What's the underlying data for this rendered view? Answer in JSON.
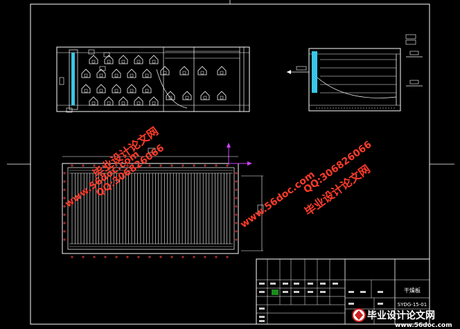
{
  "watermarks": {
    "brand": "毕业设计论文网",
    "url": "www.56doc.com",
    "qq": "QQ:306826066"
  },
  "title_block": {
    "drawing_name": "干燥板",
    "drawing_code": "SYDG-15-01",
    "footer_brand": "毕业设计论文网",
    "footer_url": "www.56doc.com"
  },
  "colors": {
    "background": "#000000",
    "lines": "#ffffff",
    "accent_cyan": "#39c6e8",
    "watermark_red": "#ff3b2a",
    "magenta": "#cc44ff",
    "title_green": "#22dd22",
    "hole_red": "#ff4040"
  }
}
